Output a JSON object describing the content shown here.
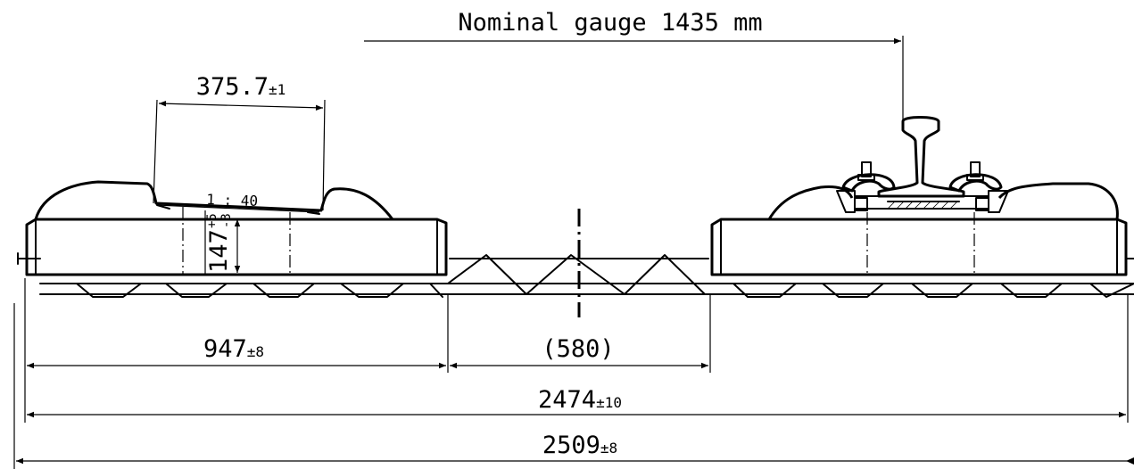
{
  "dimensions": {
    "gauge": "Nominal gauge 1435 mm",
    "rail_seat_width": "375.7",
    "rail_seat_width_tol": "±1",
    "inclination": "1 : 40",
    "height": "147",
    "height_tol_plus": "+5",
    "height_tol_minus": "-3",
    "block_length": "947",
    "block_length_tol": "±8",
    "gap": "(580)",
    "inner_overall": "2474",
    "inner_overall_tol": "±10",
    "overall": "2509",
    "overall_tol": "±8"
  }
}
